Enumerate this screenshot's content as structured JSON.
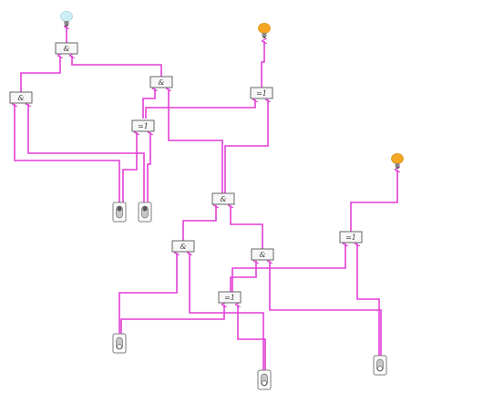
{
  "colors": {
    "wire": "#e23fd6",
    "lamp_off": "#cdeef3",
    "lamp_on": "#f5a623",
    "gate_border": "#555555",
    "gate_fill": "#f7f7f7"
  },
  "gates": [
    {
      "id": "and-top",
      "label": "&"
    },
    {
      "id": "and-left",
      "label": "&"
    },
    {
      "id": "and-mid-top",
      "label": "&"
    },
    {
      "id": "xor-top-right",
      "label": "=1"
    },
    {
      "id": "xor-mid-left",
      "label": "=1"
    },
    {
      "id": "and-center",
      "label": "&"
    },
    {
      "id": "and-lower-left",
      "label": "&"
    },
    {
      "id": "and-lower-right",
      "label": "&"
    },
    {
      "id": "xor-right",
      "label": "=1"
    },
    {
      "id": "xor-bottom",
      "label": "=1"
    }
  ],
  "lamps": [
    {
      "id": "lamp-top-left",
      "state": "off",
      "icon": "light-bulb-icon"
    },
    {
      "id": "lamp-top-right",
      "state": "on",
      "icon": "light-bulb-icon"
    },
    {
      "id": "lamp-right",
      "state": "on",
      "icon": "light-bulb-icon"
    }
  ],
  "switches": [
    {
      "id": "switch-1",
      "state": "on",
      "icon": "toggle-switch-icon"
    },
    {
      "id": "switch-2",
      "state": "on",
      "icon": "toggle-switch-icon"
    },
    {
      "id": "switch-3",
      "state": "off",
      "icon": "toggle-switch-icon"
    },
    {
      "id": "switch-4",
      "state": "off",
      "icon": "toggle-switch-icon"
    },
    {
      "id": "switch-5",
      "state": "off",
      "icon": "toggle-switch-icon"
    }
  ]
}
